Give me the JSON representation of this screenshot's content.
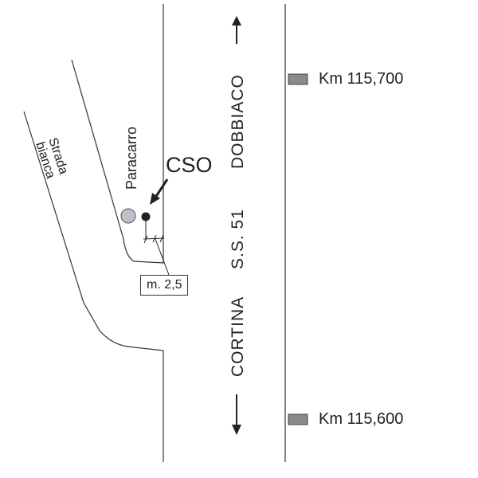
{
  "road": {
    "name": "S.S. 51",
    "north_dest": "DOBBIACO",
    "south_dest": "CORTINA"
  },
  "side_road": "Strada bianca",
  "bollard": "Paracarro",
  "point": "CSO",
  "distance": "m. 2,5",
  "markers": [
    {
      "label": "Km 115,700"
    },
    {
      "label": "Km 115,600"
    }
  ],
  "colors": {
    "line": "#333333",
    "marker": "#8a8a8a",
    "bollard": "#c0c0c8"
  }
}
